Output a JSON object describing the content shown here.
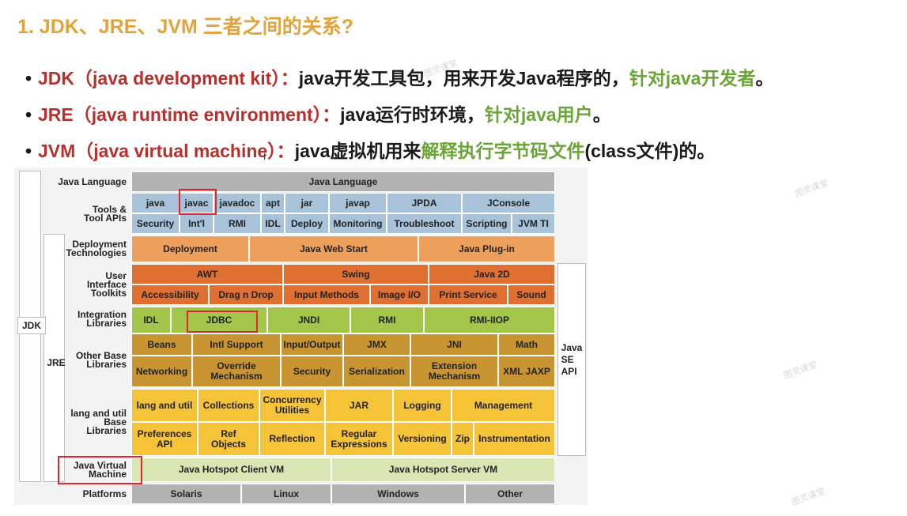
{
  "title": "1. JDK、JRE、JVM 三者之间的关系?",
  "bullets": [
    {
      "dot": "•",
      "head": "JDK（java development kit）：",
      "text": "java开发工具包，用来开发Java程序的，",
      "green": "针对java开发者",
      "tail": "。"
    },
    {
      "dot": "•",
      "head": "JRE（java runtime environment）：",
      "text": "java运行时环境，",
      "green": "针对java用户",
      "tail": "。"
    },
    {
      "dot": "•",
      "head": "JVM（java virtual machine）：",
      "text": "java虚拟机用来",
      "green": "解释执行字节码文件",
      "tail": "(class文件)的。"
    }
  ],
  "diagram": {
    "row_labels": {
      "java_language": "Java Language",
      "tools": "Tools &\nTool APIs",
      "deployment": "Deployment\nTechnologies",
      "ui": "User\nInterface\nToolkits",
      "integration": "Integration\nLibraries",
      "other_base": "Other Base\nLibraries",
      "lang_util": "lang and util\nBase\nLibraries",
      "jvm": "Java Virtual\nMachine",
      "platforms": "Platforms"
    },
    "java_language": "Java Language",
    "tools_row1": [
      "java",
      "javac",
      "javadoc",
      "apt",
      "jar",
      "javap",
      "JPDA",
      "JConsole"
    ],
    "tools_row2": [
      "Security",
      "Int'l",
      "RMI",
      "IDL",
      "Deploy",
      "Monitoring",
      "Troubleshoot",
      "Scripting",
      "JVM TI"
    ],
    "deployment": [
      "Deployment",
      "Java Web Start",
      "Java Plug-in"
    ],
    "ui_row1": [
      "AWT",
      "Swing",
      "Java 2D"
    ],
    "ui_row2": [
      "Accessibility",
      "Drag n Drop",
      "Input Methods",
      "Image I/O",
      "Print Service",
      "Sound"
    ],
    "integration": [
      "IDL",
      "JDBC",
      "JNDI",
      "RMI",
      "RMI-IIOP"
    ],
    "other_row1": [
      "Beans",
      "Intl Support",
      "Input/Output",
      "JMX",
      "JNI",
      "Math"
    ],
    "other_row2": [
      "Networking",
      "Override\nMechanism",
      "Security",
      "Serialization",
      "Extension\nMechanism",
      "XML JAXP"
    ],
    "lang_row1": [
      "lang and util",
      "Collections",
      "Concurrency\nUtilities",
      "JAR",
      "Logging",
      "Management"
    ],
    "lang_row2": [
      "Preferences\nAPI",
      "Ref\nObjects",
      "Reflection",
      "Regular\nExpressions",
      "Versioning",
      "Zip",
      "Instrumentation"
    ],
    "jvm": [
      "Java Hotspot Client VM",
      "Java Hotspot Server VM"
    ],
    "platforms": [
      "Solaris",
      "Linux",
      "Windows",
      "Other"
    ],
    "side": {
      "jdk": "JDK",
      "jre": "JRE",
      "java_se_api": "Java\nSE\nAPI"
    },
    "colors": {
      "gray": "#b2b2b2",
      "blue": "#a7c2d9",
      "orange_light": "#eca05c",
      "orange_dark": "#df7031",
      "green": "#a3c64a",
      "brown": "#c89532",
      "yellow": "#f5c338",
      "pale_green": "#d8e6b4",
      "highlight": "#e0262a"
    }
  },
  "watermark": "图灵课堂"
}
